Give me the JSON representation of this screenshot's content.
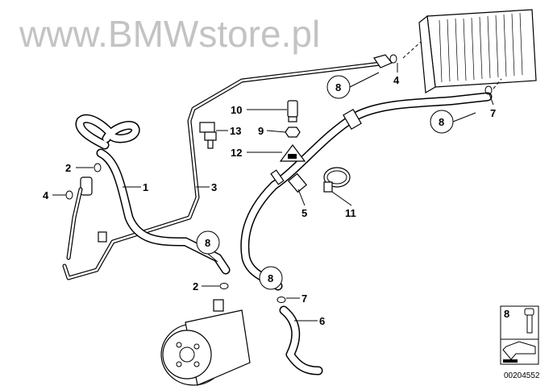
{
  "watermark": "www.BMWstore.pl",
  "labels": {
    "p1": "1",
    "p2a": "2",
    "p2b": "2",
    "p3": "3",
    "p4a": "4",
    "p4b": "4",
    "p5": "5",
    "p6": "6",
    "p7a": "7",
    "p7b": "7",
    "p8a": "8",
    "p8b": "8",
    "p8c": "8",
    "p8d": "8",
    "p9": "9",
    "p10": "10",
    "p11": "11",
    "p12": "12",
    "p13": "13"
  },
  "legend_box": {
    "part_number": "8"
  },
  "diagram_id": "00204552"
}
